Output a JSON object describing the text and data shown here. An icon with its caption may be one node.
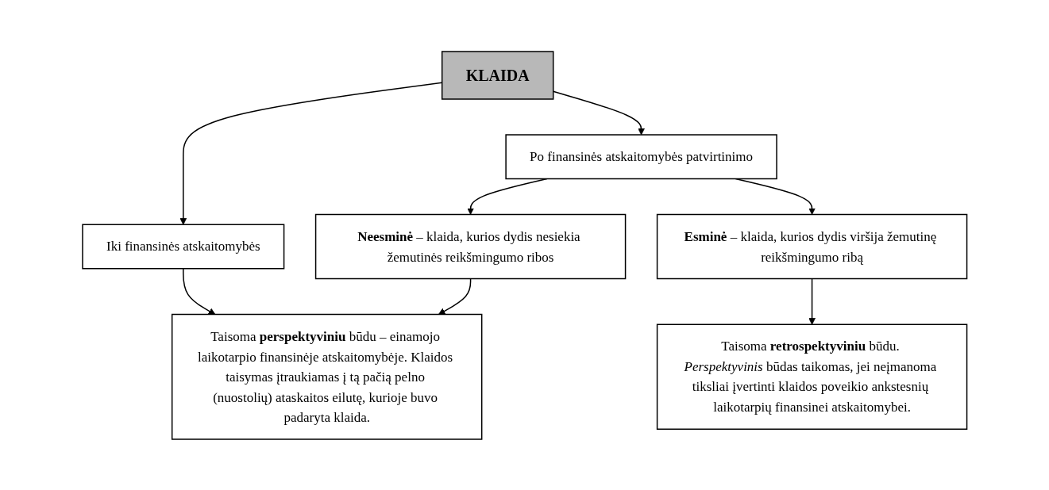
{
  "diagram": {
    "nodes": [
      {
        "text": [
          "KLAIDA"
        ]
      },
      {
        "text": [
          "Iki finansinės atskaitomybės"
        ]
      },
      {
        "text": [
          "Po finansinės atskaitomybės patvirtinimo"
        ]
      },
      {
        "text": [
          "Taisoma **perspektyviniu** būdu – einamojo laikotarpio finansinėje atskaitomybėje. Klaidos taisymas įtraukiamas į tą pačią pelno (nuostolių) ataskaitos eilutę, kurioje buvo padaryta klaida."
        ]
      },
      {
        "text": [
          "**Neesminė** – klaida, kurios dydis nesiekia žemutinės reikšmingumo ribos"
        ]
      },
      {
        "text": [
          "**Esminė** – klaida, kurios dydis viršija žemutinę reikšmingumo ribą"
        ]
      },
      {
        "text": [
          "Taisoma **retrospektyviniu** būdu. *Perspektyvinis* būdas taikomas, jei neįmanoma tiksliai įvertinti klaidos poveikio ankstesnių laikotarpių finansinei atskaitomybei."
        ]
      }
    ],
    "edges": [
      {
        "from": 0,
        "to": 1,
        "arrow": "to"
      },
      {
        "from": 0,
        "to": 2,
        "arrow": "to"
      },
      {
        "from": 1,
        "to": 3,
        "arrow": "to"
      },
      {
        "from": 2,
        "to": 4,
        "arrow": "to"
      },
      {
        "from": 2,
        "to": 5,
        "arrow": "to"
      },
      {
        "from": 4,
        "to": 3,
        "arrow": "to"
      },
      {
        "from": 5,
        "to": 6,
        "arrow": "to"
      }
    ]
  }
}
